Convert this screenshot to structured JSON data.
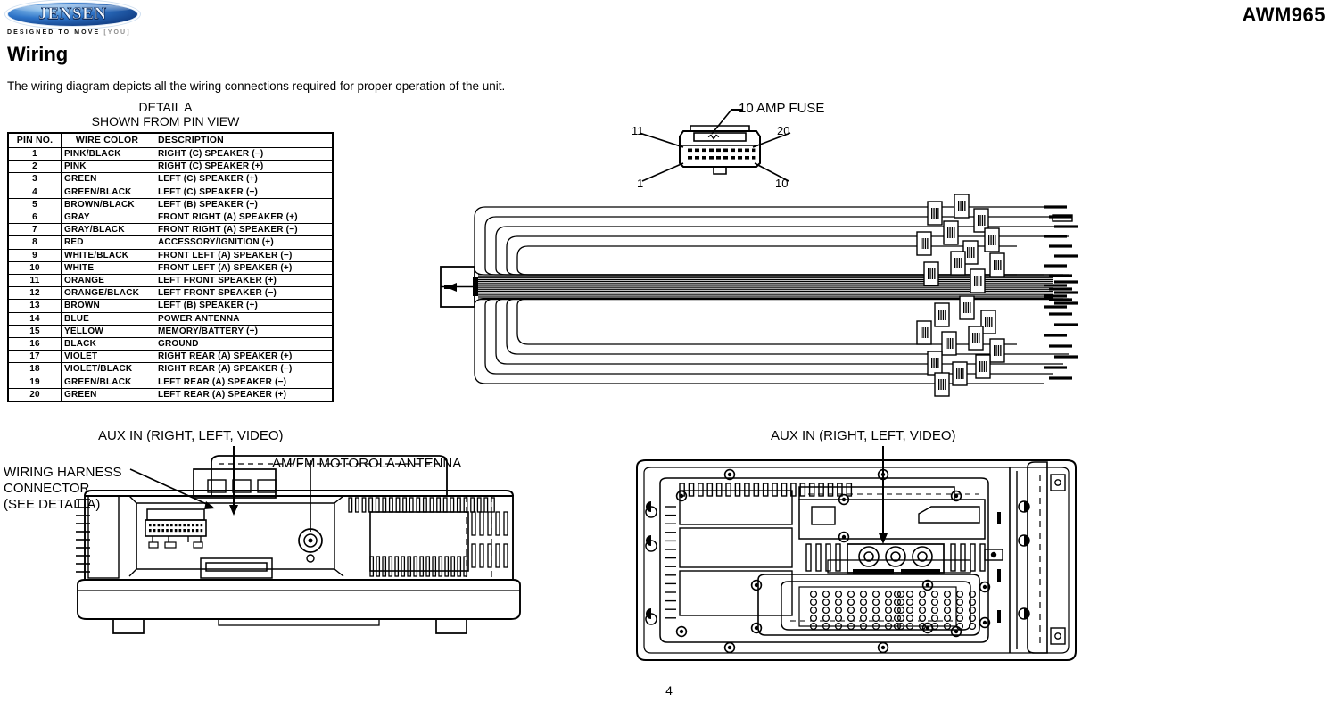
{
  "header": {
    "brand_name": "JENSEN",
    "tagline_main": "DESIGNED TO MOVE",
    "tagline_you": "[YOU]",
    "model": "AWM965"
  },
  "section": {
    "title": "Wiring",
    "intro": "The wiring diagram depicts all the wiring connections required for proper operation of the unit."
  },
  "detail_a": {
    "heading_line1": "DETAIL A",
    "heading_line2": "SHOWN FROM PIN VIEW",
    "columns": [
      "PIN  NO.",
      "WIRE  COLOR",
      "DESCRIPTION"
    ],
    "rows": [
      [
        "1",
        "PINK/BLACK",
        "RIGHT  (C)  SPEAKER  (−)"
      ],
      [
        "2",
        "PINK",
        "RIGHT  (C)  SPEAKER  (+)"
      ],
      [
        "3",
        "GREEN",
        "LEFT  (C)  SPEAKER  (+)"
      ],
      [
        "4",
        "GREEN/BLACK",
        "LEFT  (C)  SPEAKER  (−)"
      ],
      [
        "5",
        "BROWN/BLACK",
        "LEFT  (B)  SPEAKER  (−)"
      ],
      [
        "6",
        "GRAY",
        "FRONT  RIGHT  (A)  SPEAKER  (+)"
      ],
      [
        "7",
        "GRAY/BLACK",
        "FRONT  RIGHT  (A)  SPEAKER  (−)"
      ],
      [
        "8",
        "RED",
        "ACCESSORY/IGNITION  (+)"
      ],
      [
        "9",
        "WHITE/BLACK",
        "FRONT  LEFT  (A)  SPEAKER  (−)"
      ],
      [
        "10",
        "WHITE",
        "FRONT  LEFT  (A)  SPEAKER  (+)"
      ],
      [
        "11",
        "ORANGE",
        "LEFT  FRONT  SPEAKER  (+)"
      ],
      [
        "12",
        "ORANGE/BLACK",
        "LEFT  FRONT  SPEAKER  (−)"
      ],
      [
        "13",
        "BROWN",
        "LEFT  (B)  SPEAKER  (+)"
      ],
      [
        "14",
        "BLUE",
        "POWER  ANTENNA"
      ],
      [
        "15",
        "YELLOW",
        "MEMORY/BATTERY  (+)"
      ],
      [
        "16",
        "BLACK",
        "GROUND"
      ],
      [
        "17",
        "VIOLET",
        "RIGHT  REAR  (A)  SPEAKER  (+)"
      ],
      [
        "18",
        "VIOLET/BLACK",
        "RIGHT  REAR  (A)  SPEAKER  (−)"
      ],
      [
        "19",
        "GREEN/BLACK",
        "LEFT  REAR  (A)  SPEAKER  (−)"
      ],
      [
        "20",
        "GREEN",
        "LEFT  REAR  (A)  SPEAKER  (+)"
      ]
    ]
  },
  "connector_diagram": {
    "fuse_label": "10 AMP FUSE",
    "pin_11": "11",
    "pin_20": "20",
    "pin_1": "1",
    "pin_10": "10"
  },
  "unit_left": {
    "aux_label": "AUX IN (RIGHT, LEFT, VIDEO)",
    "antenna_label": "AM/FM MOTOROLA ANTENNA",
    "harness_label": "WIRING HARNESS\nCONNECTOR\n(SEE DETAIL A)"
  },
  "unit_right": {
    "aux_label": "AUX IN (RIGHT, LEFT, VIDEO)"
  },
  "footer": {
    "page_number": "4"
  },
  "colors": {
    "ink": "#000000",
    "logo_blue": "#2e74c8",
    "logo_blue_dark": "#0b2c62",
    "paper": "#ffffff"
  }
}
